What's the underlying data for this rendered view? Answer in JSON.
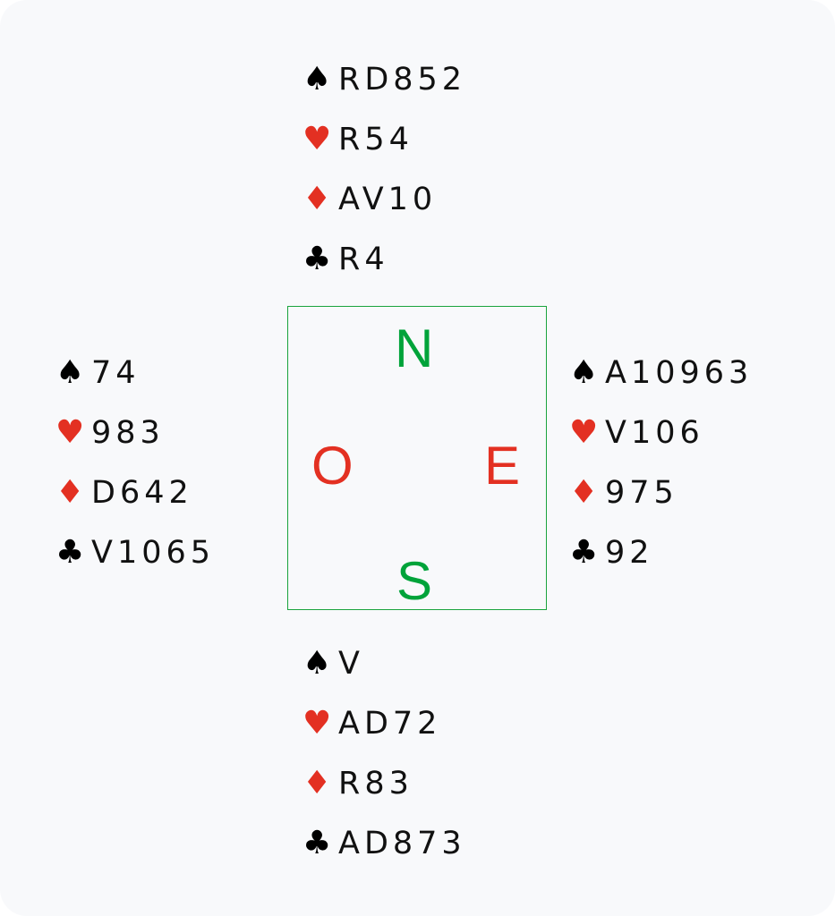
{
  "suits": {
    "spades": "♠",
    "hearts": "♥",
    "diamonds": "♦",
    "clubs": "♣"
  },
  "colors": {
    "black": "#000000",
    "red": "#e33022",
    "green": "#00a33a",
    "background": "#f8f9fb"
  },
  "hands": {
    "north": {
      "spades": "RD852",
      "hearts": "R54",
      "diamonds": "AV10",
      "clubs": "R4"
    },
    "west": {
      "spades": "74",
      "hearts": "983",
      "diamonds": "D642",
      "clubs": "V1065"
    },
    "east": {
      "spades": "A10963",
      "hearts": "V106",
      "diamonds": "975",
      "clubs": "92"
    },
    "south": {
      "spades": "V",
      "hearts": "AD72",
      "diamonds": "R83",
      "clubs": "AD873"
    }
  },
  "compass": {
    "north": "N",
    "south": "S",
    "west": "O",
    "east": "E"
  }
}
